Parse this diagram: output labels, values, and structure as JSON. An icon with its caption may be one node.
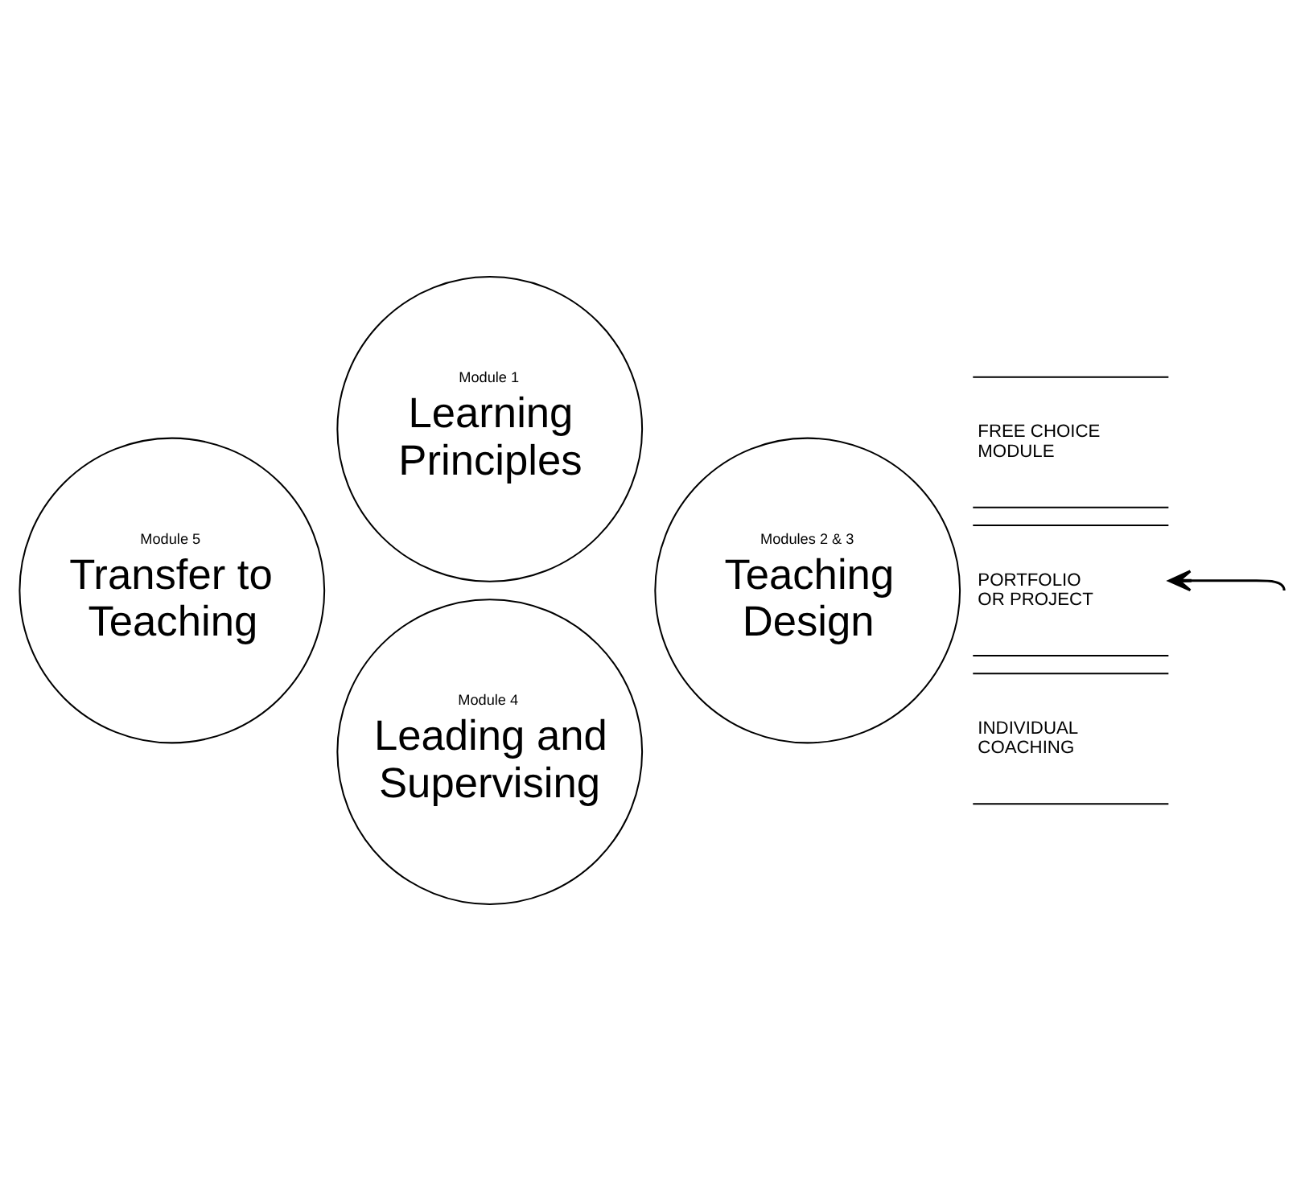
{
  "diagram": {
    "nodes": [
      {
        "text": [
          "Module 1",
          "Learning Principles"
        ]
      },
      {
        "text": [
          "Module 5",
          "Transfer to Teaching"
        ]
      },
      {
        "text": [
          "Modules 2 & 3",
          "Teaching Design"
        ]
      },
      {
        "text": [
          "Module 4",
          "Leading and Supervising"
        ]
      },
      {
        "text": [
          "FREE CHOICE MODULE"
        ]
      },
      {
        "text": [
          "PORTFOLIO OR PROJECT"
        ]
      },
      {
        "text": [
          "INDIVIDUAL COACHING"
        ]
      }
    ],
    "edges": [
      {
        "from": null,
        "to": 5,
        "arrow": "to"
      }
    ]
  }
}
